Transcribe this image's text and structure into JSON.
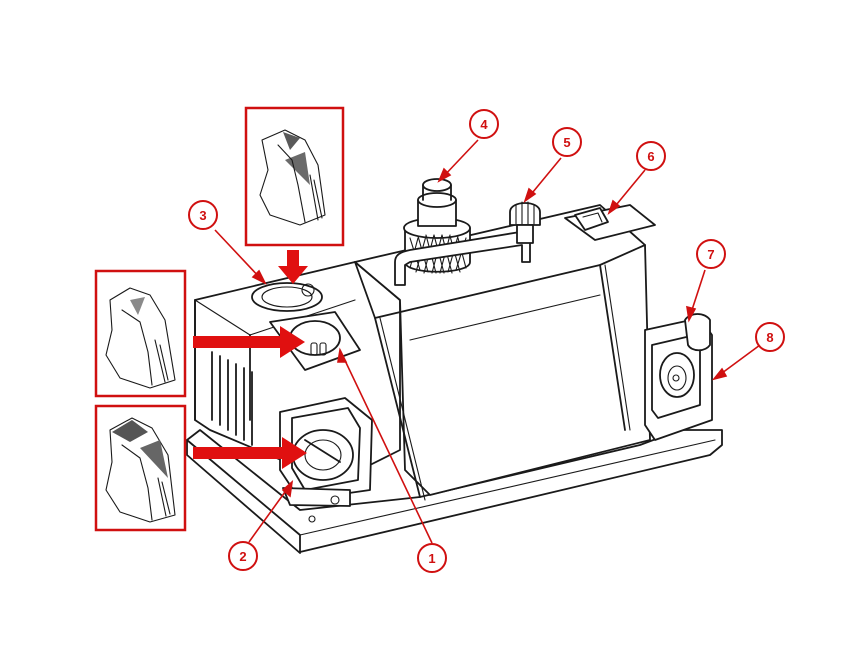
{
  "diagram": {
    "accent_color": "#d01010",
    "line_color": "#1a1a1a",
    "callouts": [
      {
        "id": "1",
        "label": "1"
      },
      {
        "id": "2",
        "label": "2"
      },
      {
        "id": "3",
        "label": "3"
      },
      {
        "id": "4",
        "label": "4"
      },
      {
        "id": "5",
        "label": "5"
      },
      {
        "id": "6",
        "label": "6"
      },
      {
        "id": "7",
        "label": "7"
      },
      {
        "id": "8",
        "label": "8"
      }
    ],
    "insets": [
      {
        "id": "top",
        "icon": "drill-tip-shaded-icon"
      },
      {
        "id": "middle",
        "icon": "drill-tip-light-icon"
      },
      {
        "id": "bottom",
        "icon": "drill-tip-dark-icon"
      }
    ]
  }
}
